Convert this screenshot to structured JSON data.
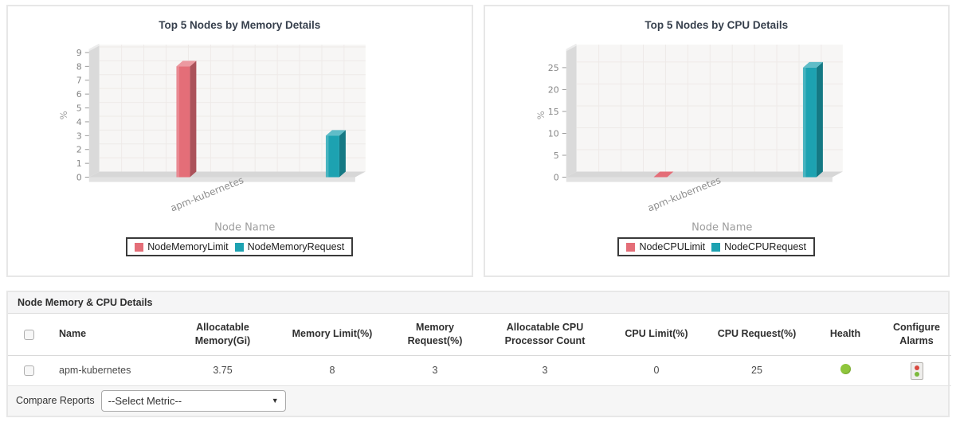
{
  "chart_data": [
    {
      "type": "bar",
      "title": "Top 5 Nodes by Memory Details",
      "categories": [
        "apm-kubernetes"
      ],
      "series": [
        {
          "name": "NodeMemoryLimit",
          "values": [
            8
          ],
          "color": "#e46e78"
        },
        {
          "name": "NodeMemoryRequest",
          "values": [
            3
          ],
          "color": "#1da2b1"
        }
      ],
      "xlabel": "Node Name",
      "ylabel": "%",
      "ylim": [
        0,
        9
      ],
      "yticks": [
        0,
        1,
        2,
        3,
        4,
        5,
        6,
        7,
        8,
        9
      ],
      "grid": true,
      "legend_position": "bottom"
    },
    {
      "type": "bar",
      "title": "Top 5 Nodes by CPU Details",
      "categories": [
        "apm-kubernetes"
      ],
      "series": [
        {
          "name": "NodeCPULimit",
          "values": [
            0
          ],
          "color": "#e46e78"
        },
        {
          "name": "NodeCPURequest",
          "values": [
            25
          ],
          "color": "#1da2b1"
        }
      ],
      "xlabel": "Node Name",
      "ylabel": "%",
      "ylim": [
        0,
        25
      ],
      "yticks": [
        0,
        5,
        10,
        15,
        20,
        25
      ],
      "grid": true,
      "legend_position": "bottom"
    }
  ],
  "table": {
    "title": "Node Memory & CPU Details",
    "columns": [
      {
        "label": ""
      },
      {
        "label": "Name"
      },
      {
        "label": "Allocatable Memory(Gi)"
      },
      {
        "label": "Memory Limit(%)"
      },
      {
        "label": "Memory Request(%)"
      },
      {
        "label": "Allocatable CPU Processor Count"
      },
      {
        "label": "CPU Limit(%)"
      },
      {
        "label": "CPU Request(%)"
      },
      {
        "label": "Health"
      },
      {
        "label": "Configure Alarms"
      }
    ],
    "rows": [
      {
        "name": "apm-kubernetes",
        "allocatable_memory_gi": "3.75",
        "memory_limit_pct": "8",
        "memory_request_pct": "3",
        "allocatable_cpu_count": "3",
        "cpu_limit_pct": "0",
        "cpu_request_pct": "25",
        "health_color": "#8fc63c"
      }
    ],
    "footer": {
      "compare_label": "Compare Reports",
      "select_value": "--Select Metric--"
    }
  },
  "colors": {
    "health_green": "#8fc63c",
    "alarm_red": "#d9493f",
    "alarm_green": "#7cb93c",
    "accent_red": "#e46e78",
    "accent_teal": "#1da2b1"
  }
}
